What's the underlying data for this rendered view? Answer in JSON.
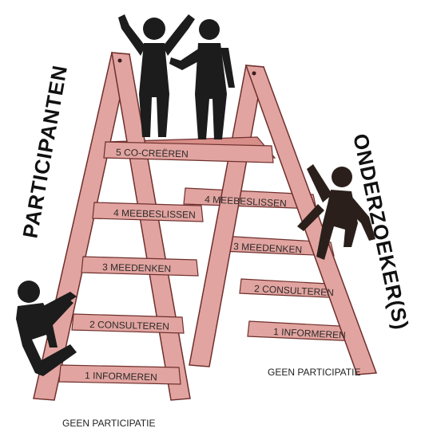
{
  "left_side_label": "PARTICIPANTEN",
  "right_side_label": "ONDERZOEKER(S)",
  "left_ladder_steps": [
    "5 CO-CREËREN",
    "4 MEEBESLISSEN",
    "3 MEEDENKEN",
    "2 CONSULTEREN",
    "1 INFORMEREN"
  ],
  "right_ladder_steps": [
    "4 MEEBESLISSEN",
    "3 MEEDENKEN",
    "2 CONSULTEREN",
    "1 INFORMEREN"
  ],
  "left_bottom_label": "GEEN PARTICIPATIE",
  "right_bottom_label": "GEEN PARTICIPATIE",
  "colors": {
    "ladder_fill": "#e2a4a0",
    "ladder_edge": "#6e2f2c",
    "figure": "#1c1c1c",
    "figure_brown": "#2a1f1b"
  }
}
